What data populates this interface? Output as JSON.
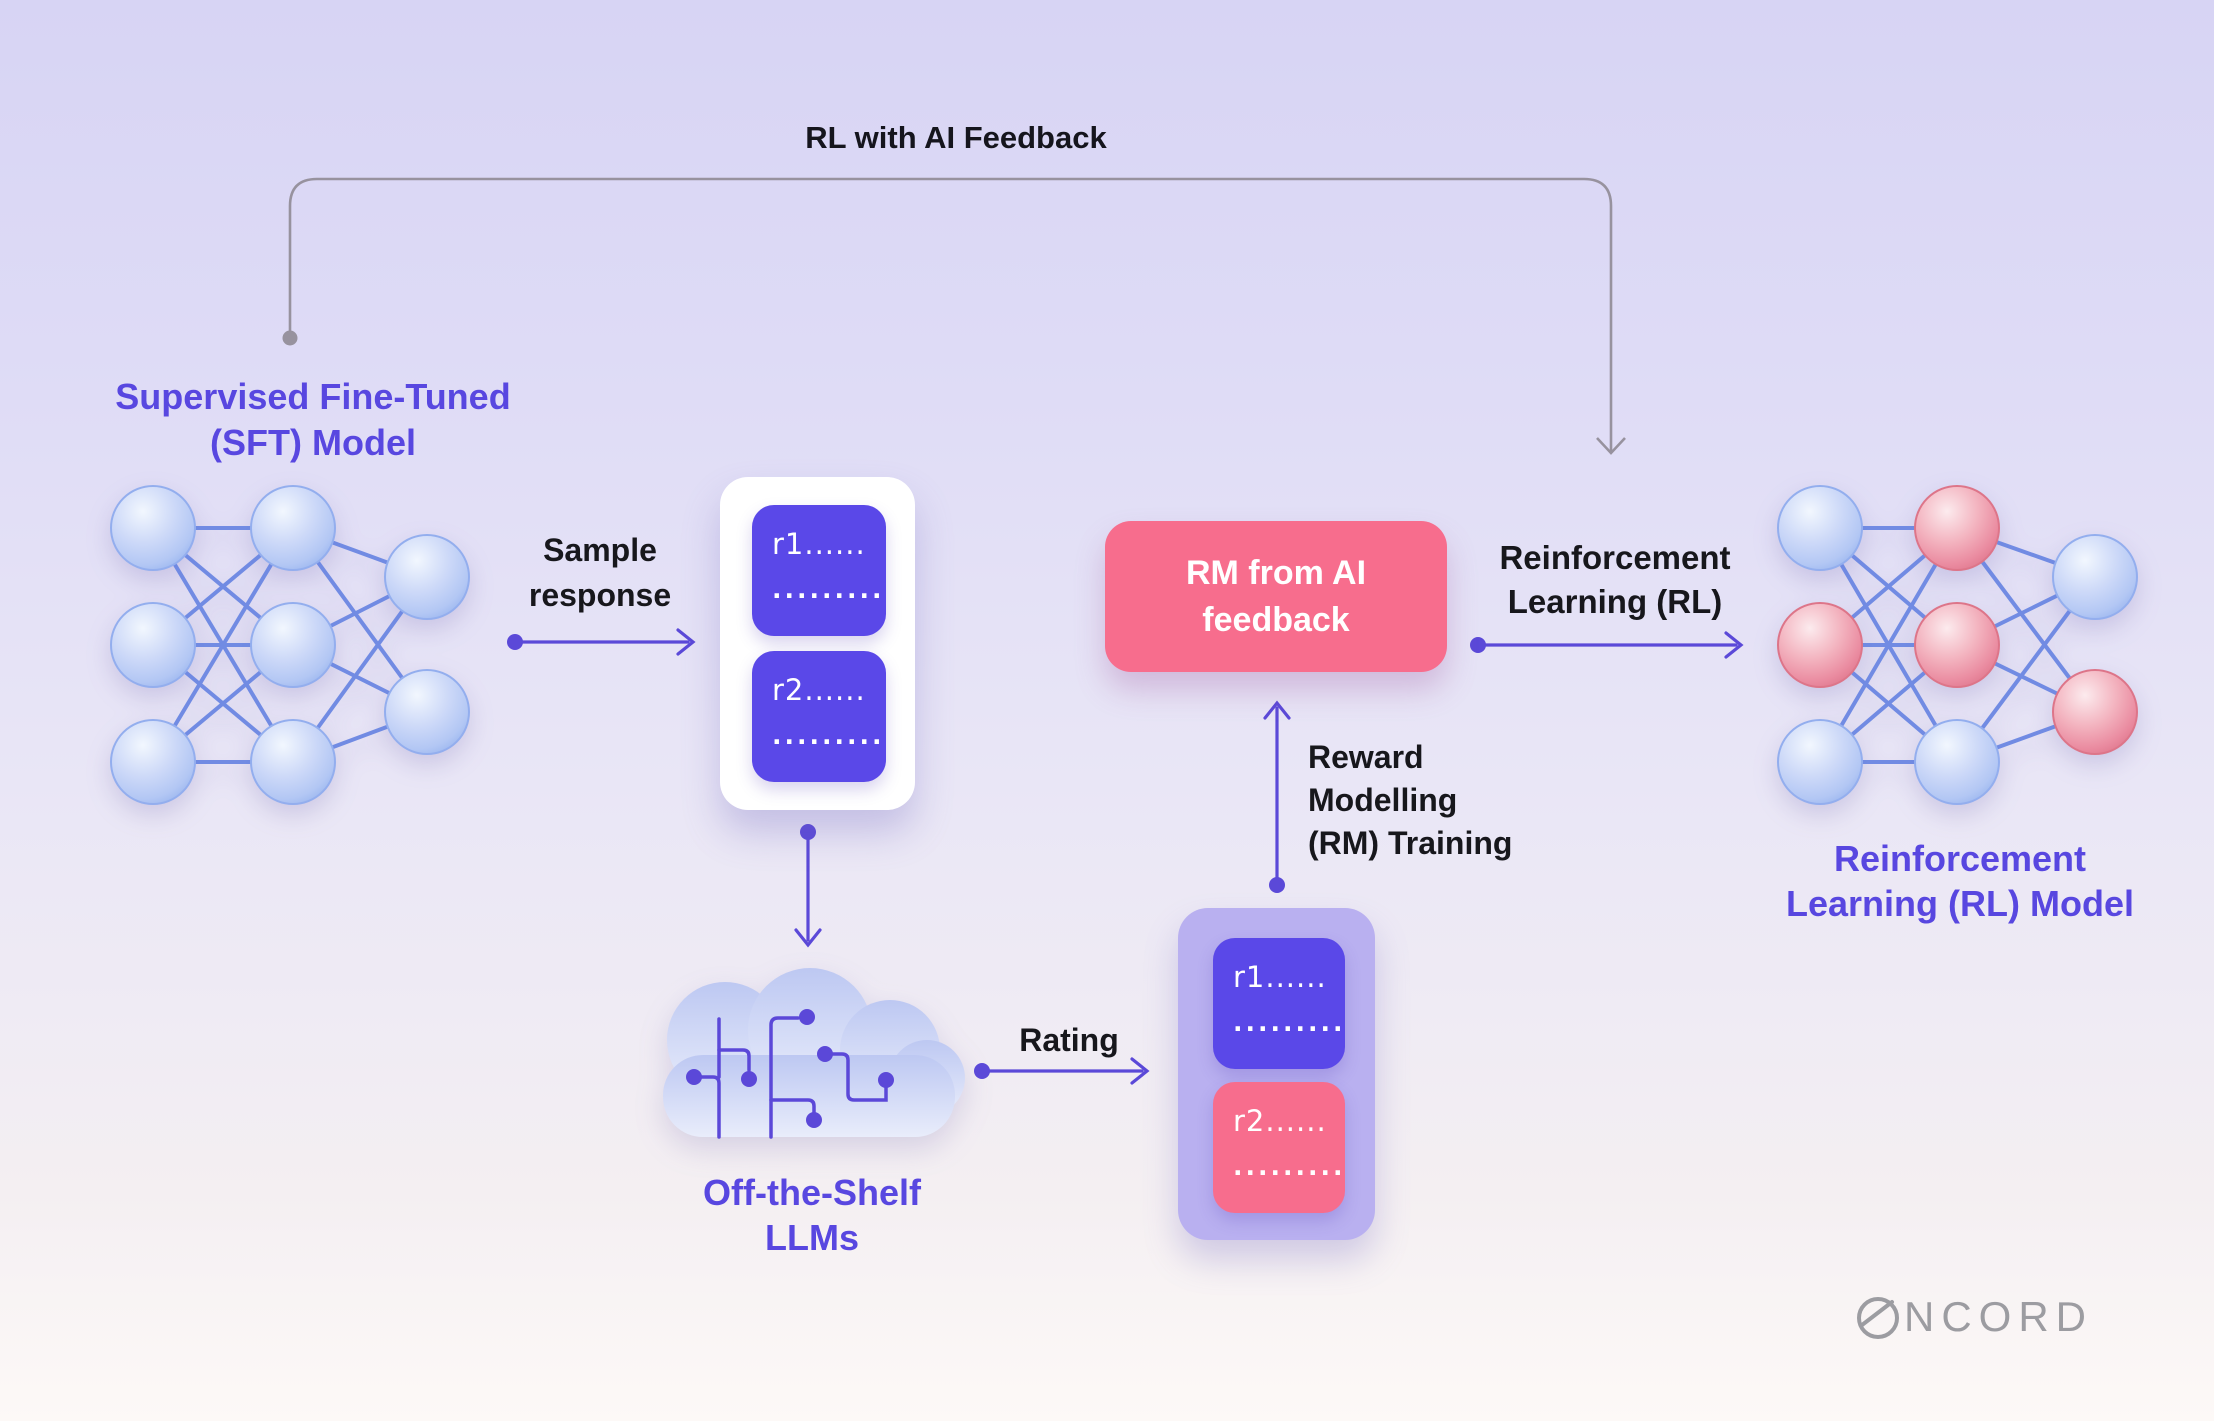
{
  "title": "RL with AI Feedback",
  "sft_model": {
    "label_line1": "Supervised Fine-Tuned",
    "label_line2": "(SFT) Model"
  },
  "sample_response": {
    "line1": "Sample",
    "line2": "response"
  },
  "response_card": {
    "r1_label": "r1......",
    "r1_dots": ".........",
    "r2_label": "r2......",
    "r2_dots": "........."
  },
  "rm_box": {
    "line1": "RM from AI",
    "line2": "feedback"
  },
  "rl_arrow": {
    "line1": "Reinforcement",
    "line2": "Learning (RL)"
  },
  "reward_training": {
    "line1": "Reward",
    "line2": "Modelling",
    "line3": "(RM) Training"
  },
  "rating_label": "Rating",
  "llm_cloud": {
    "line1": "Off-the-Shelf",
    "line2": "LLMs"
  },
  "rating_card": {
    "r1_label": "r1......",
    "r1_dots": ".........",
    "r2_label": "r2......",
    "r2_dots": "........."
  },
  "rl_model": {
    "label_line1": "Reinforcement",
    "label_line2": "Learning (RL) Model"
  },
  "logo": {
    "wordmark": "NCORD"
  },
  "colors": {
    "background_top": "#d7d4f4",
    "background_bottom": "#fdf9f7",
    "heading_purple": "#5847e0",
    "text_black": "#17171c",
    "arrow_purple": "#5b49d8",
    "loop_gray": "#97929e",
    "box_purple": "#5a48e8",
    "box_pink": "#f76d8d",
    "card_lavender": "#b9b0f0",
    "card_white": "#ffffff",
    "node_blue": "#bdd0f6",
    "node_pink": "#efa9b4",
    "edge_blue": "#6b86e2",
    "cloud_blue": "#c3cdf3",
    "logo_gray": "#9c9ca1"
  }
}
